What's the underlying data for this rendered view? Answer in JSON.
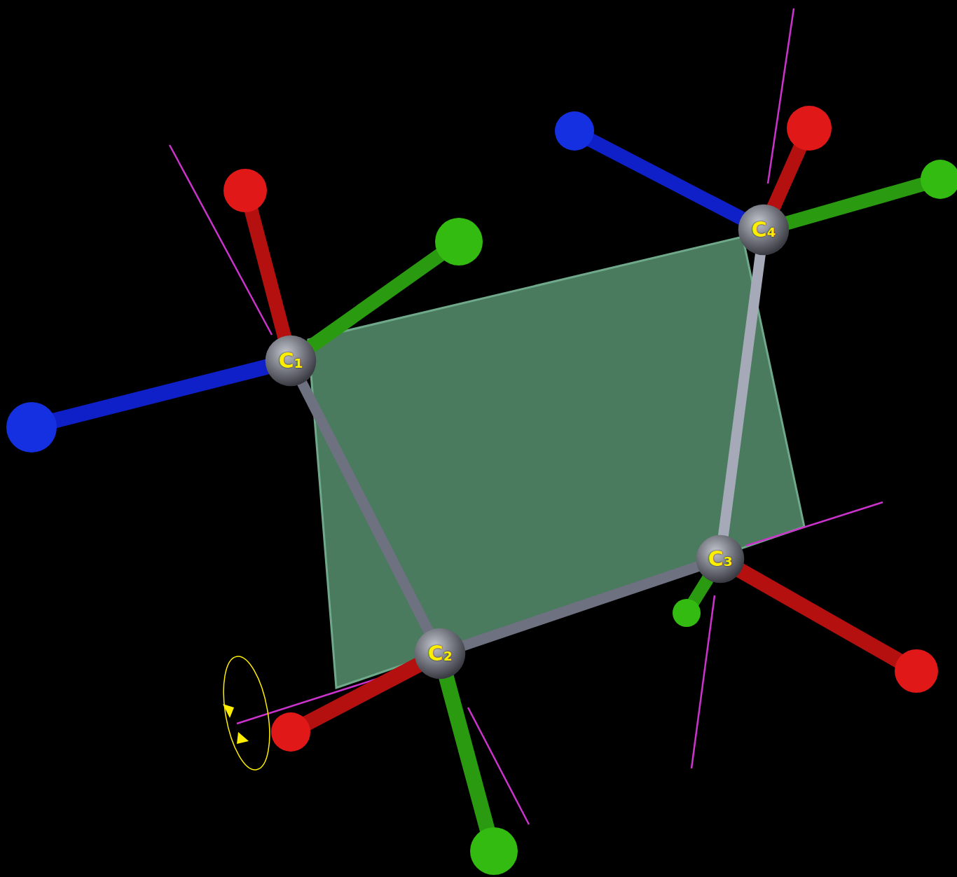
{
  "diagram": {
    "nodes": [
      {
        "text": [
          "C₁"
        ]
      },
      {
        "text": [
          "C₂"
        ]
      },
      {
        "text": [
          "C₃"
        ]
      },
      {
        "text": [
          "C₄"
        ]
      }
    ],
    "edges": [
      {
        "from": 0,
        "to": 1,
        "arrow": "none"
      },
      {
        "from": 1,
        "to": 2,
        "arrow": "none"
      },
      {
        "from": 2,
        "to": 3,
        "arrow": "none"
      }
    ]
  }
}
